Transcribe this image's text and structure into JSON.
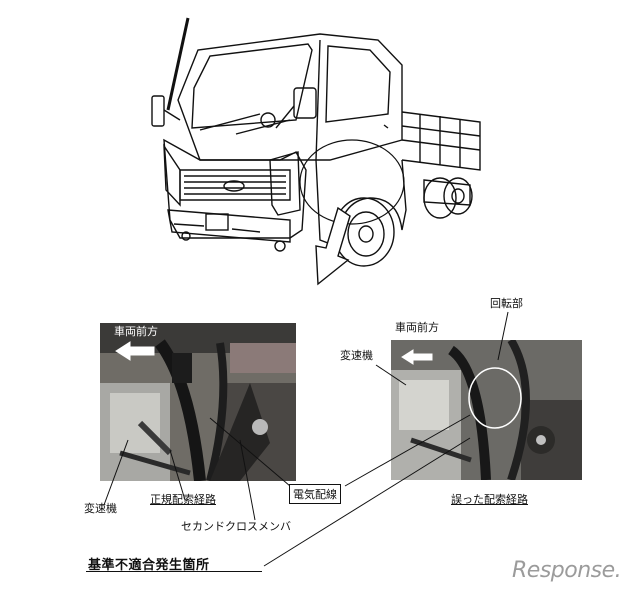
{
  "labels": {
    "front_left": "車両前方",
    "front_right": "車両前方",
    "rotating_part": "回転部",
    "transmission_right": "変速機",
    "transmission_left": "変速機",
    "correct_route": "正規配索経路",
    "wrong_route": "誤った配索経路",
    "electrical_wiring": "電気配線",
    "second_crossmember": "セカンドクロスメンバ",
    "nonconformity_location": "基準不適合発生箇所"
  },
  "watermark": "Response."
}
